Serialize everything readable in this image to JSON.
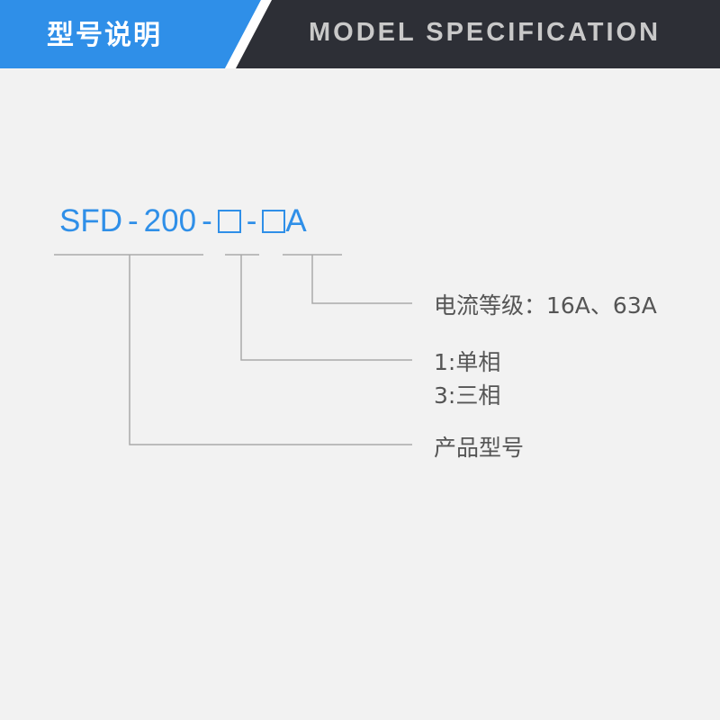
{
  "header": {
    "title_cn": "型号说明",
    "title_en": "MODEL SPECIFICATION",
    "colors": {
      "blue": "#2f8fe8",
      "dark": "#2d2f36",
      "stripe": "#ffffff"
    }
  },
  "model_code": {
    "prefix": "SFD",
    "sep1": "-",
    "number": "200",
    "sep2": "-",
    "sep3": "-",
    "suffix": "A",
    "color": "#2f8fe8"
  },
  "callouts": {
    "current": "电流等级：16A、63A",
    "phase_1": "1:单相",
    "phase_3": "3:三相",
    "product": "产品型号"
  }
}
